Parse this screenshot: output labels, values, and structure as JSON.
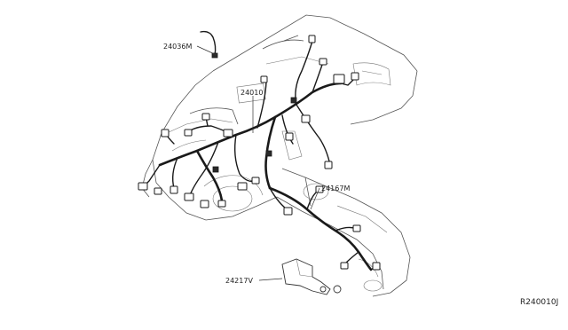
{
  "diagram": {
    "labels": {
      "harness_24036m": "24036M",
      "harness_24010": "24010",
      "harness_24167m": "24167M",
      "harness_24217v": "24217V"
    },
    "diagram_code": "R240010J"
  }
}
